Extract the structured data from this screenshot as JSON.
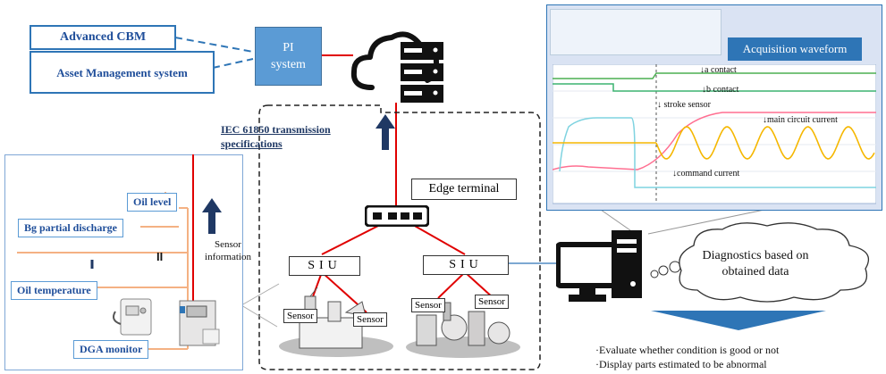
{
  "top_left": {
    "advanced_cbm": "Advanced CBM",
    "asset_management": "Asset Management system",
    "pi_system": "PI system"
  },
  "iec": {
    "label": "IEC 61850 transmission specifications"
  },
  "edge": {
    "label": "Edge terminal"
  },
  "siu": {
    "left": "SIU",
    "right": "SIU"
  },
  "sensors": {
    "s1": "Sensor",
    "s2": "Sensor",
    "s3": "Sensor",
    "s4": "Sensor"
  },
  "left_panel": {
    "oil_level": "Oil level",
    "bg_partial_discharge": "Bg partial discharge",
    "oil_temperature": "Oil temperature",
    "dga_monitor": "DGA monitor",
    "sensor_information": "Sensor information",
    "ii_mark": "II",
    "i_mark": "I"
  },
  "waveform": {
    "title": "Acquisition waveform",
    "a_contact": "↓a contact",
    "b_contact": "↓b contact",
    "stroke_sensor": "↓ stroke sensor",
    "main_circuit_current": "↓main circuit current",
    "command_current": "↓command current"
  },
  "diagnostics": {
    "bubble": "Diagnostics based on obtained data",
    "bullet1": "·Evaluate whether condition is good or not",
    "bullet2": "·Display parts estimated to be abnormal"
  },
  "colors": {
    "blue_accent": "#2e75b6",
    "pi_fill": "#5b9bd5",
    "dark_arrow": "#1f3864",
    "red_line": "#e00000",
    "orange_line": "#f4b183",
    "waveform_bg": "#dae3f3"
  }
}
